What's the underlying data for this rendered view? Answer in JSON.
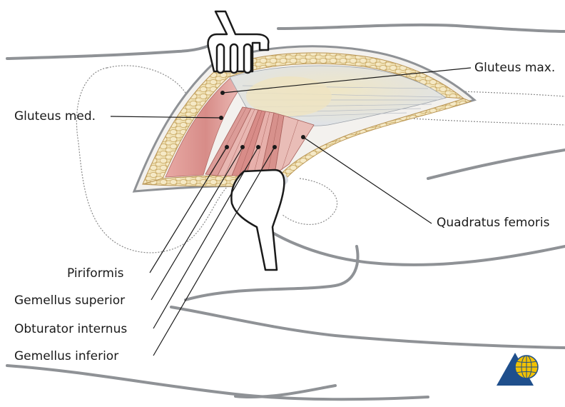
{
  "labels": {
    "gluteus_max": "Gluteus max.",
    "gluteus_med": "Gluteus med.",
    "quadratus_femoris": "Quadratus femoris",
    "piriformis": "Piriformis",
    "gemellus_superior": "Gemellus superior",
    "obturator_internus": "Obturator internus",
    "gemellus_inferior": "Gemellus inferior"
  },
  "colors": {
    "skin_outline": "#8f9296",
    "fat_layer": "#ead9a8",
    "muscle": "#d98f8f",
    "muscle_light": "#f1c9c4",
    "gluteus_max_fill": "#ece5cf",
    "retractor_stroke": "#1a1a1a",
    "logo_blue": "#1f4f8c",
    "logo_yellow": "#f2c200"
  },
  "icons": {
    "publisher_logo": "triangle-globe-logo"
  }
}
